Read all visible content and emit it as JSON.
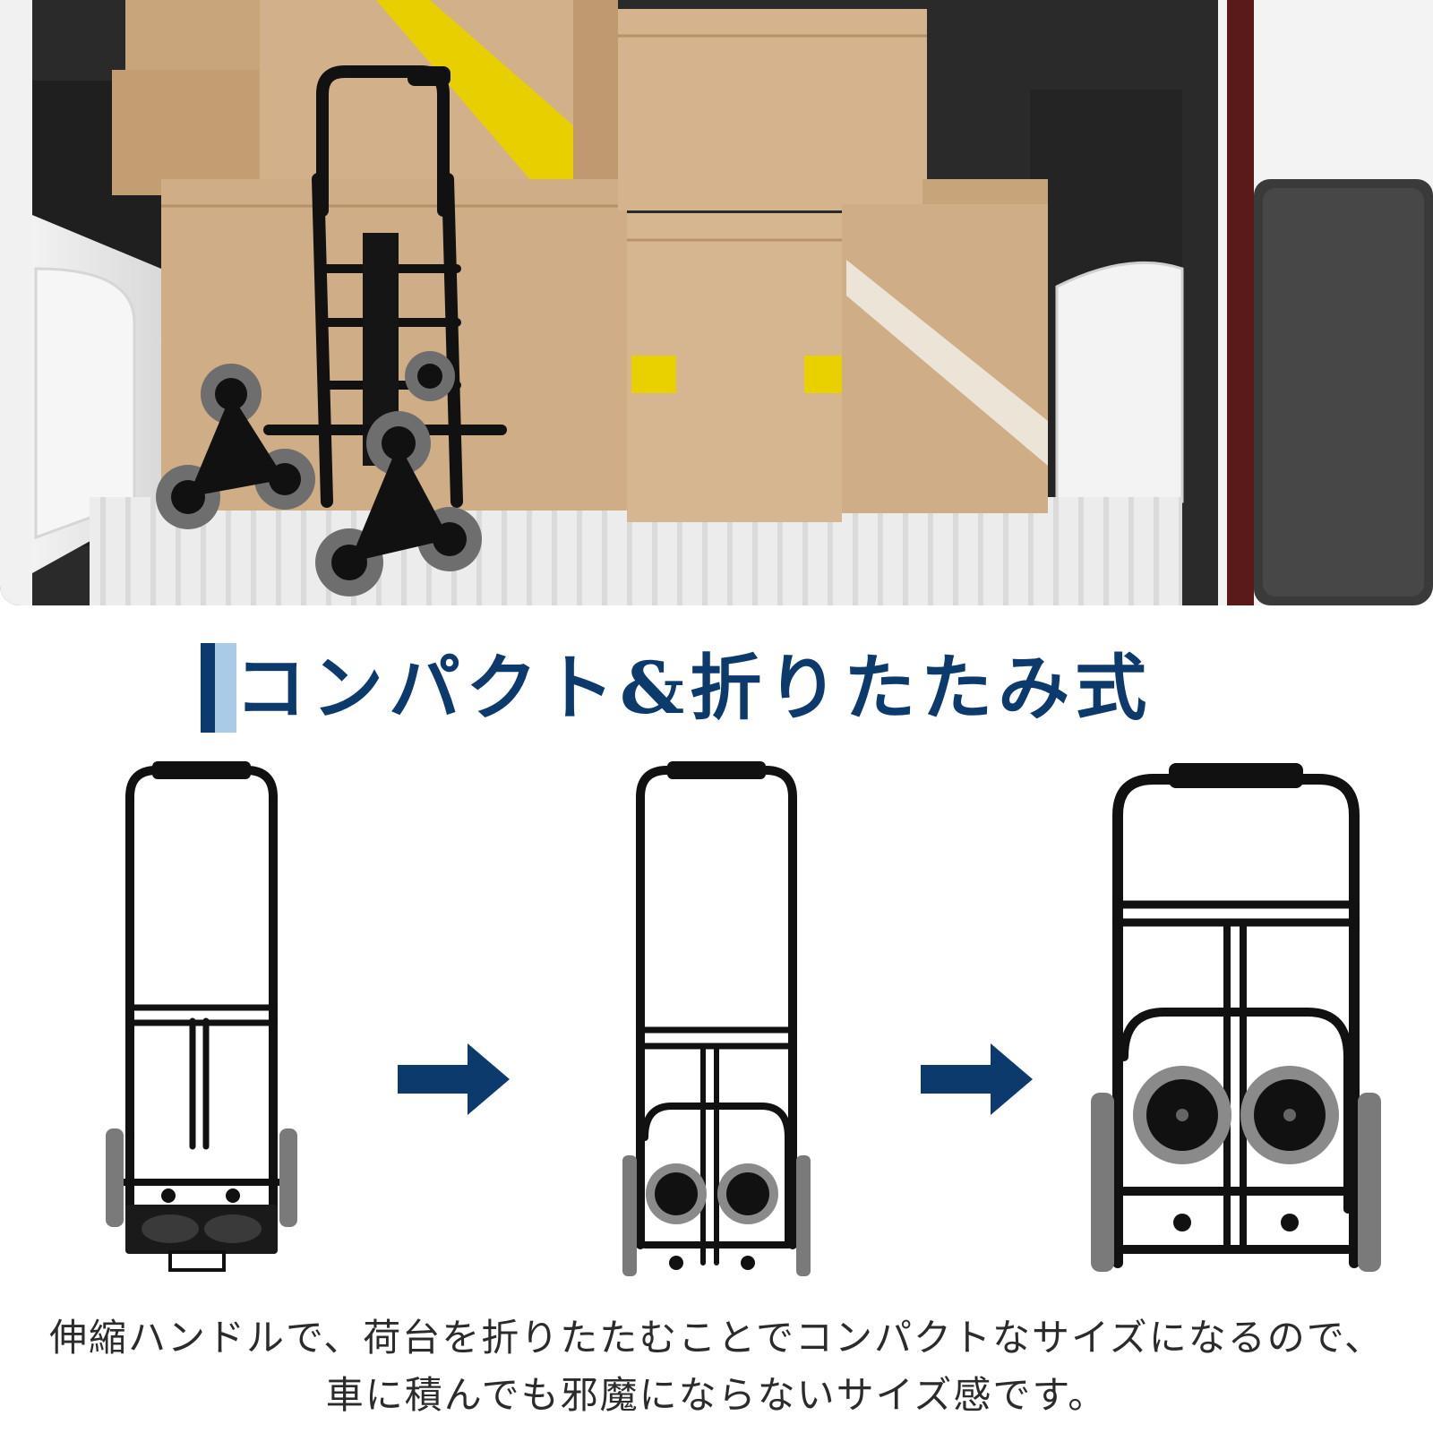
{
  "heading": {
    "title": "コンパクト&折りたたみ式"
  },
  "caption": {
    "line1": "伸縮ハンドルで、荷台を折りたたむことでコンパクトなサイズになるので、",
    "line2": "車に積んでも邪魔にならないサイズ感です。"
  },
  "colors": {
    "heading_dark": "#0d3a6c",
    "heading_light": "#a9cbe8",
    "arrow": "#0d3a6c",
    "text": "#2b2b2b"
  }
}
